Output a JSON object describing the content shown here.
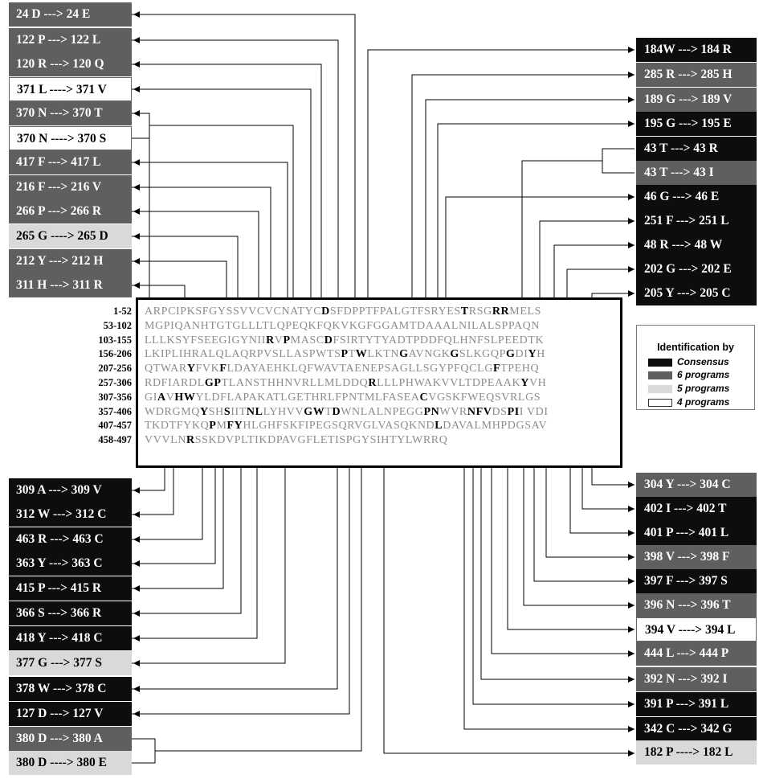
{
  "left_mutations": [
    {
      "text": "24 D ---> 24 E",
      "level": "six"
    },
    {
      "text": "122 P ---> 122 L",
      "level": "six"
    },
    {
      "text": "120 R ---> 120 Q",
      "level": "six"
    },
    {
      "text": "371 L ----> 371 V",
      "level": "four"
    },
    {
      "text": "370 N ---> 370 T",
      "level": "six"
    },
    {
      "text": "370 N ----> 370 S",
      "level": "four"
    },
    {
      "text": "417 F ---> 417 L",
      "level": "six"
    },
    {
      "text": "216 F ---> 216 V",
      "level": "six"
    },
    {
      "text": "266 P ---> 266 R",
      "level": "six"
    },
    {
      "text": "265 G ----> 265 D",
      "level": "five"
    },
    {
      "text": "212 Y ---> 212 H",
      "level": "six"
    },
    {
      "text": "311 H ---> 311 R",
      "level": "six"
    },
    {
      "text": "309 A ---> 309 V",
      "level": "consensus"
    },
    {
      "text": "312 W ---> 312 C",
      "level": "consensus"
    },
    {
      "text": "463 R ---> 463 C",
      "level": "consensus"
    },
    {
      "text": "363 Y ---> 363 C",
      "level": "consensus"
    },
    {
      "text": "415 P ---> 415 R",
      "level": "consensus"
    },
    {
      "text": "366 S ---> 366 R",
      "level": "consensus"
    },
    {
      "text": "418 Y ---> 418 C",
      "level": "consensus"
    },
    {
      "text": "377 G ---> 377 S",
      "level": "five"
    },
    {
      "text": "378 W ---> 378 C",
      "level": "consensus"
    },
    {
      "text": "127 D ---> 127 V",
      "level": "consensus"
    },
    {
      "text": "380 D ---> 380 A",
      "level": "six"
    },
    {
      "text": "380 D ----> 380 E",
      "level": "five"
    }
  ],
  "right_mutations": [
    {
      "text": "184W ---> 184 R",
      "level": "consensus"
    },
    {
      "text": "285 R ---> 285 H",
      "level": "six"
    },
    {
      "text": "189 G ---> 189 V",
      "level": "six"
    },
    {
      "text": "195 G ---> 195 E",
      "level": "consensus"
    },
    {
      "text": "43 T ---> 43 R",
      "level": "consensus"
    },
    {
      "text": "43 T ---> 43 I",
      "level": "six"
    },
    {
      "text": "46 G ---> 46 E",
      "level": "consensus"
    },
    {
      "text": "251 F ---> 251 L",
      "level": "consensus"
    },
    {
      "text": "48 R ---> 48 W",
      "level": "consensus"
    },
    {
      "text": "202 G ---> 202 E",
      "level": "consensus"
    },
    {
      "text": "205 Y ---> 205 C",
      "level": "consensus"
    },
    {
      "text": "304 Y ---> 304 C",
      "level": "six"
    },
    {
      "text": "402 I ---> 402 T",
      "level": "consensus"
    },
    {
      "text": "401 P ---> 401 L",
      "level": "consensus"
    },
    {
      "text": "398 V ---> 398 F",
      "level": "six"
    },
    {
      "text": "397 F ---> 397 S",
      "level": "consensus"
    },
    {
      "text": "396 N ---> 396 T",
      "level": "six"
    },
    {
      "text": "394 V ----> 394 L",
      "level": "four"
    },
    {
      "text": "444 L ---> 444 P",
      "level": "six"
    },
    {
      "text": "392 N ---> 392 I",
      "level": "six"
    },
    {
      "text": "391 P ---> 391 L",
      "level": "consensus"
    },
    {
      "text": "342 C ---> 342 G",
      "level": "consensus"
    },
    {
      "text": "182 P ----> 182 L",
      "level": "five"
    }
  ],
  "sequence": [
    {
      "range": "1-52",
      "text": "ARPCIPKSFGYSSVVCVCNATYCDSFDPPTFPALGTFSRYESTRSGRRMELS",
      "bold": [
        23,
        42,
        46,
        47
      ]
    },
    {
      "range": "53-102",
      "text": "MGPIQANHTGTGLLLTLQPEQKFQKVKGFGGAMTDAAALNILALSPPAQN",
      "bold": []
    },
    {
      "range": "103-155",
      "text": "LLLKSYFSEEGIGYNIIRVPMASCDFSIRTYTYADTPDDFQLHNFSLPEEDTK",
      "bold": [
        17,
        19,
        24
      ]
    },
    {
      "range": "156-206",
      "text": "LKIPLIHRALQLAQRPVSLLASPWTSPTWLKTNGAVNGKGSLKGQPGDIYH",
      "bold": [
        26,
        28,
        33,
        39,
        46,
        49
      ]
    },
    {
      "range": "207-256",
      "text": "QTWARYFVKFLDAYAEHKLQFWAVTAENEPSAGLLSGYPFQCLGFTPEHQ",
      "bold": [
        5,
        9,
        44
      ]
    },
    {
      "range": "257-306",
      "text": "RDFIARDLGPTLANSTHHNVRLLMLDDQRLLLPHWAKVVLTDPEAAKYVH",
      "bold": [
        8,
        9,
        28,
        47
      ]
    },
    {
      "range": "307-356",
      "text": "GIAVHWYLDFLAPAKATLGETHRLFPNTMLFASEACVGSKFWEQSVRLGS",
      "bold": [
        2,
        4,
        5,
        35
      ]
    },
    {
      "range": "357-406",
      "text": "WDRGMQYSHSIITNLLYHVVGWTDWNLALNPEGGPNWVRNFVDSPII VDI",
      "bold": [
        6,
        9,
        13,
        14,
        20,
        21,
        23,
        34,
        35,
        39,
        40,
        41,
        44,
        45
      ]
    },
    {
      "range": "407-457",
      "text": "TKDTFYKQPMFYHLGHFSKFIPEGSQRVGLVASQKNDLDAVALMHPDGSAV",
      "bold": [
        8,
        10,
        11,
        37
      ]
    },
    {
      "range": "458-497",
      "text": "VVVLNRSSKDVPLTIKDPAVGFLETISPGYSIHTYLWRRQ",
      "bold": [
        5
      ]
    }
  ],
  "legend": {
    "title": "Identification by",
    "items": [
      {
        "label": "Consensus",
        "level": "consensus"
      },
      {
        "label": "6 programs",
        "level": "six"
      },
      {
        "label": "5 programs",
        "level": "five"
      },
      {
        "label": "4 programs",
        "level": "four"
      }
    ]
  },
  "colors": {
    "consensus": "#0d0d0d",
    "six": "#5f5f5f",
    "five": "#d9d9d9",
    "four": "#ffffff",
    "sequence_text": "#8c8c8c",
    "connector": "#000000"
  }
}
